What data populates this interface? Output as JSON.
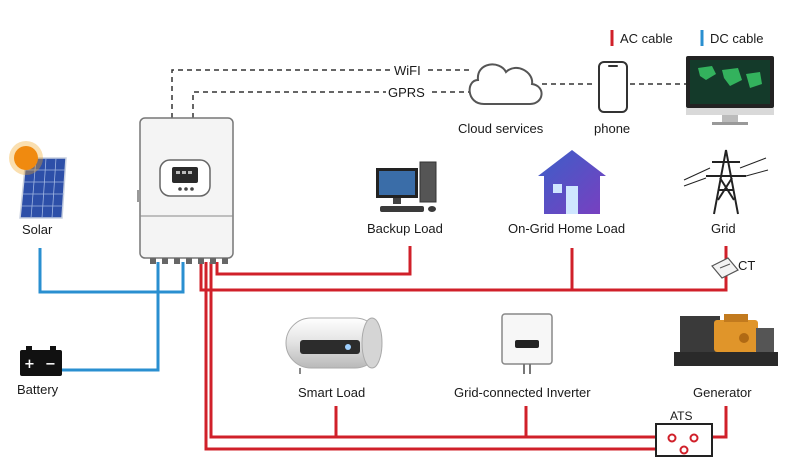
{
  "legend": {
    "ac_label": "AC cable",
    "dc_label": "DC cable",
    "ac_color": "#d0202a",
    "dc_color": "#2a8fd0"
  },
  "links": {
    "wifi": "WiFI",
    "gprs": "GPRS"
  },
  "nodes": {
    "solar": "Solar",
    "battery": "Battery",
    "cloud": "Cloud services",
    "phone": "phone",
    "backup_load": "Backup Load",
    "on_grid_load": "On-Grid Home Load",
    "grid": "Grid",
    "ct": "CT",
    "smart_load": "Smart Load",
    "grid_inverter": "Grid-connected Inverter",
    "generator": "Generator",
    "ats": "ATS"
  },
  "icons": [
    "inverter-icon",
    "solar-panel-icon",
    "sun-icon",
    "battery-icon",
    "cloud-icon",
    "phone-icon",
    "monitor-icon",
    "computer-icon",
    "house-icon",
    "pylon-icon",
    "ct-sensor-icon",
    "water-heater-icon",
    "grid-inverter-icon",
    "generator-icon",
    "ats-switch-icon"
  ]
}
